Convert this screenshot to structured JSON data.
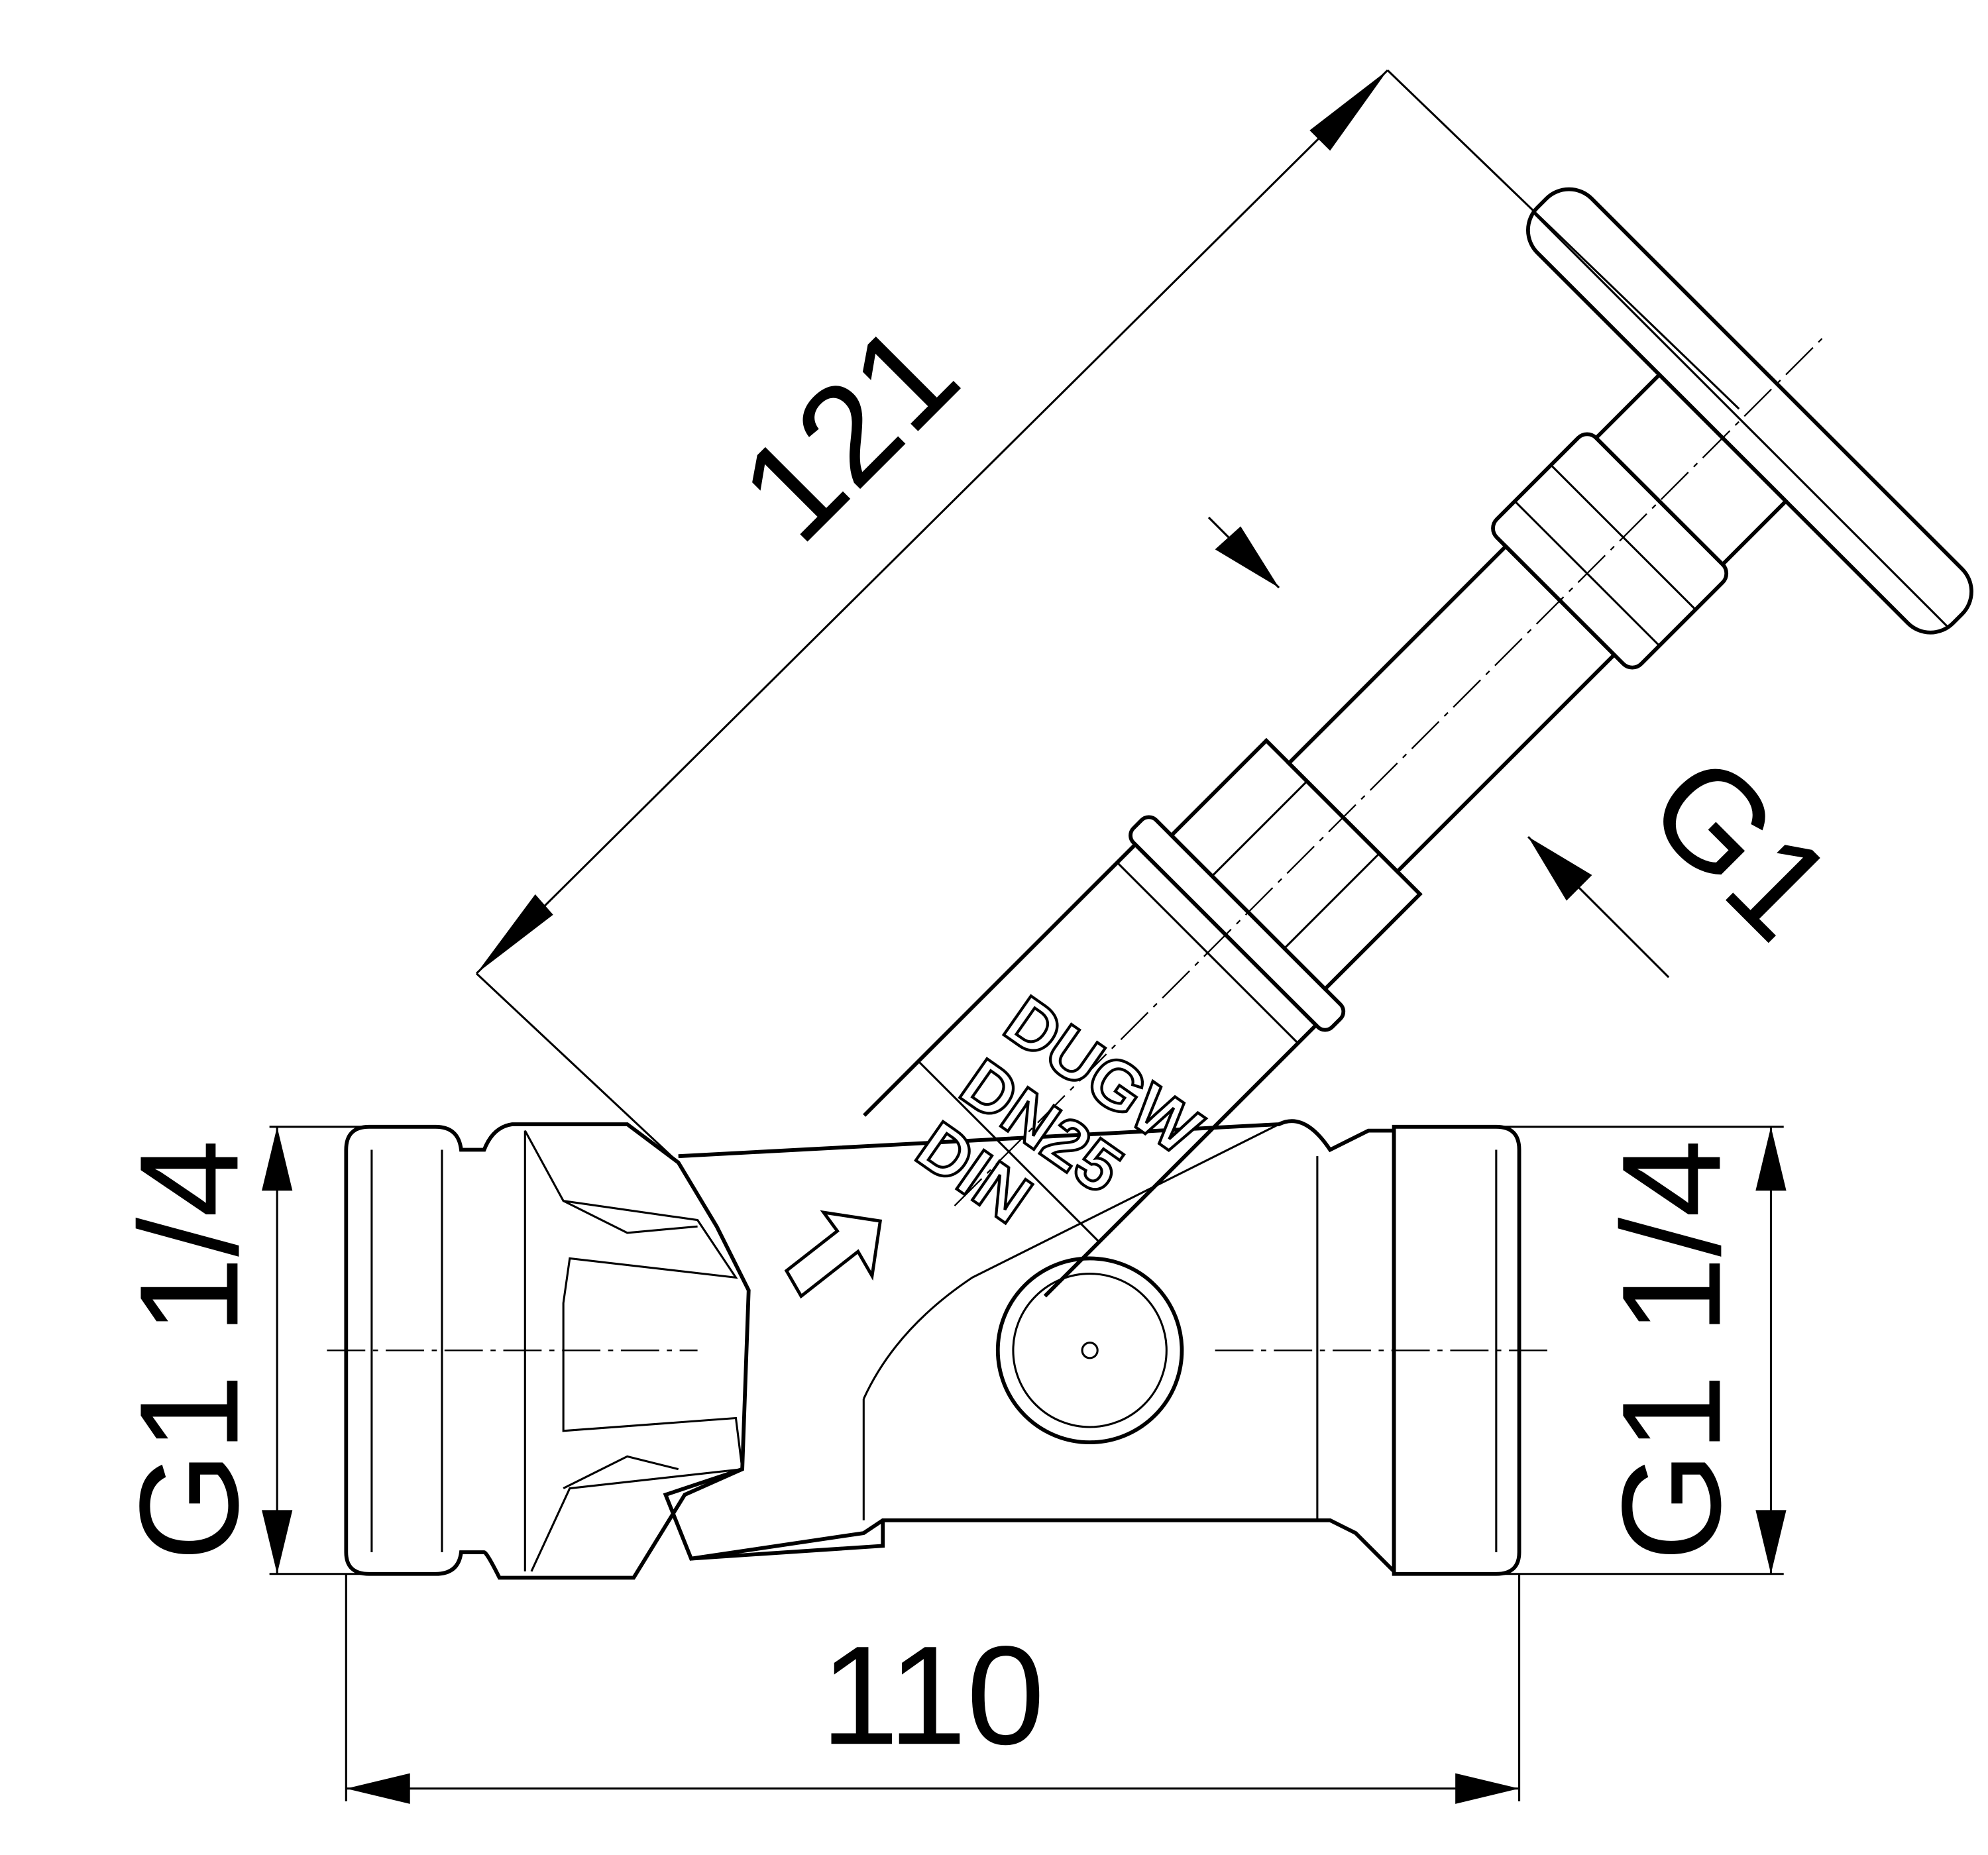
{
  "drawing": {
    "title": "Valve dimension drawing",
    "dimensions": {
      "stem_length": "121",
      "overall_length": "110",
      "bonnet_thread": "G1",
      "inlet_thread": "G1 1/4",
      "outlet_thread": "G1 1/4"
    },
    "body_markings": {
      "line1": "DUGW",
      "line2": "DN25",
      "line3": "DIN"
    },
    "colors": {
      "line": "#000000",
      "background": "#ffffff"
    }
  }
}
